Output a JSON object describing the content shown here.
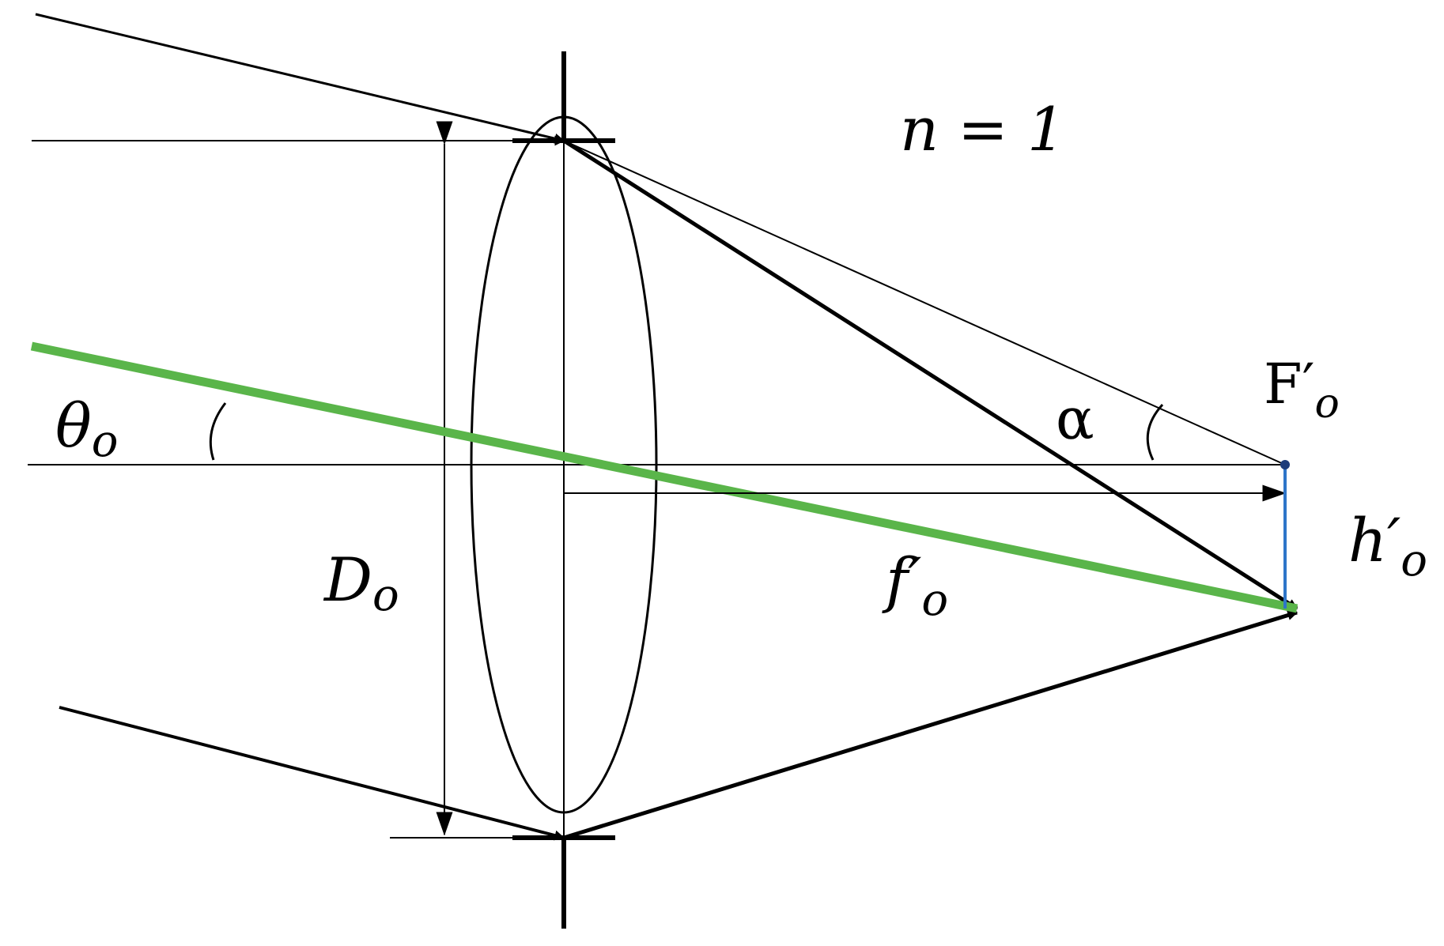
{
  "labels": {
    "medium_n": "n = 1",
    "focal_point": "F′",
    "focal_point_sub": "o",
    "field_angle": "θ",
    "field_angle_sub": "o",
    "ray_angle": "α",
    "aperture": "D",
    "aperture_sub": "o",
    "focal_length": "f′",
    "focal_length_sub": "o",
    "image_height": "h′",
    "image_height_sub": "o"
  },
  "colors": {
    "chief_ray": "#5ab54a",
    "image_height_line": "#2e75c9",
    "lines": "#000000"
  }
}
